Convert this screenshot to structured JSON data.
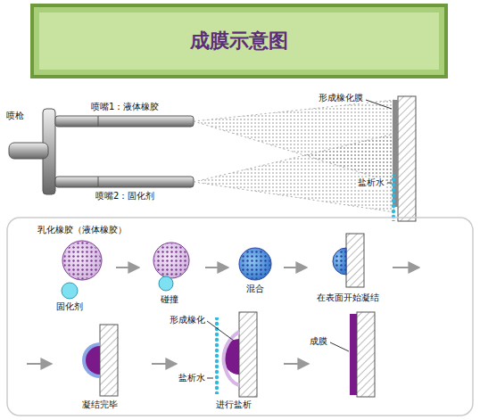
{
  "diagram": {
    "title": "成膜示意图",
    "labels": [
      "喷枪",
      "喷嘴1：液体橡胶",
      "喷嘴2：固化剂",
      "形成橡化膜",
      "盐析水",
      "乳化橡胶（液体橡胶）",
      "固化剂",
      "碰撞",
      "混合",
      "在表面开始凝结",
      "凝结完毕",
      "形成橡化",
      "盐析水",
      "进行盐析",
      "成膜"
    ]
  }
}
